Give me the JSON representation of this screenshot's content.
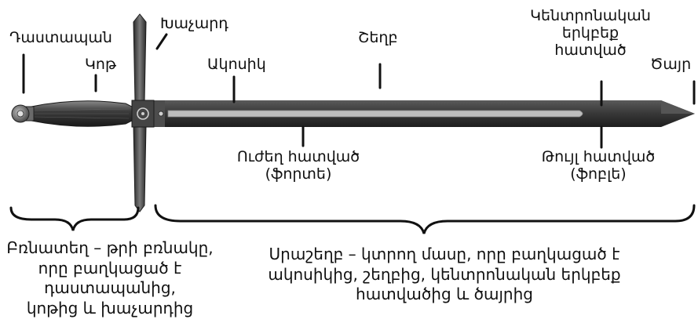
{
  "labels": {
    "pommel": "Դաստապան",
    "grip": "Կոթ",
    "crossguard": "Խաչարդ",
    "ricasso": "Ակոսիկ",
    "fuller": "Շեղբ",
    "center_line1": "Կենտրոնական",
    "center_line2": "երկբեք",
    "center_line3": "հատված",
    "tip": "Ծայր",
    "strong_line1": "Ուժեղ հատված",
    "strong_line2": "(ֆորտե)",
    "weak_line1": "Թույլ հատված",
    "weak_line2": "(ֆոբլե)"
  },
  "captions": {
    "hilt": [
      "Բռնատեղ – թրի բռնակը,",
      "որը բաղկացած է",
      "դաստապանից,",
      "կոթից և խաչարդից"
    ],
    "blade": [
      "Սրաշեղբ – կտրող մասը, որը բաղկացած է",
      "ակոսիկից, շեղբից, կենտրոնական երկբեք",
      "հատվածից և ծայրից"
    ]
  },
  "colors": {
    "ink": "#111111",
    "blade_dark": "#2e2e2e",
    "blade_mid": "#4a4a4a",
    "fuller_light": "#bdbdbd",
    "grip": "#3a3a3a",
    "guard": "#5a5a5a"
  }
}
